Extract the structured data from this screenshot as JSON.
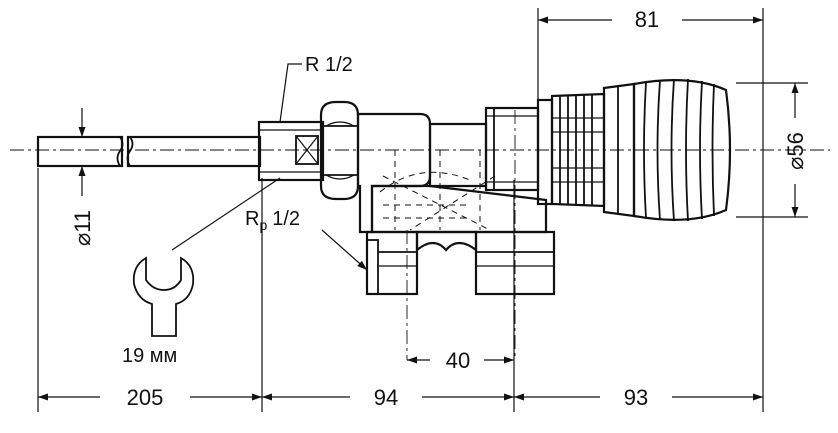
{
  "dimensions": {
    "top_width": "81",
    "diameter_right": "⌀56",
    "diameter_left": "⌀11",
    "port_spacing": "40",
    "bottom_left": "205",
    "bottom_middle": "94",
    "bottom_right": "93"
  },
  "labels": {
    "thread_r": "R 1/2",
    "thread_rp_main": "R",
    "thread_rp_sub": "p",
    "thread_rp_size": "1/2",
    "wrench_size": "19 мм"
  },
  "icons": {
    "wrench": "open-end-wrench-icon"
  },
  "colors": {
    "ink": "#111111",
    "background": "#ffffff"
  }
}
